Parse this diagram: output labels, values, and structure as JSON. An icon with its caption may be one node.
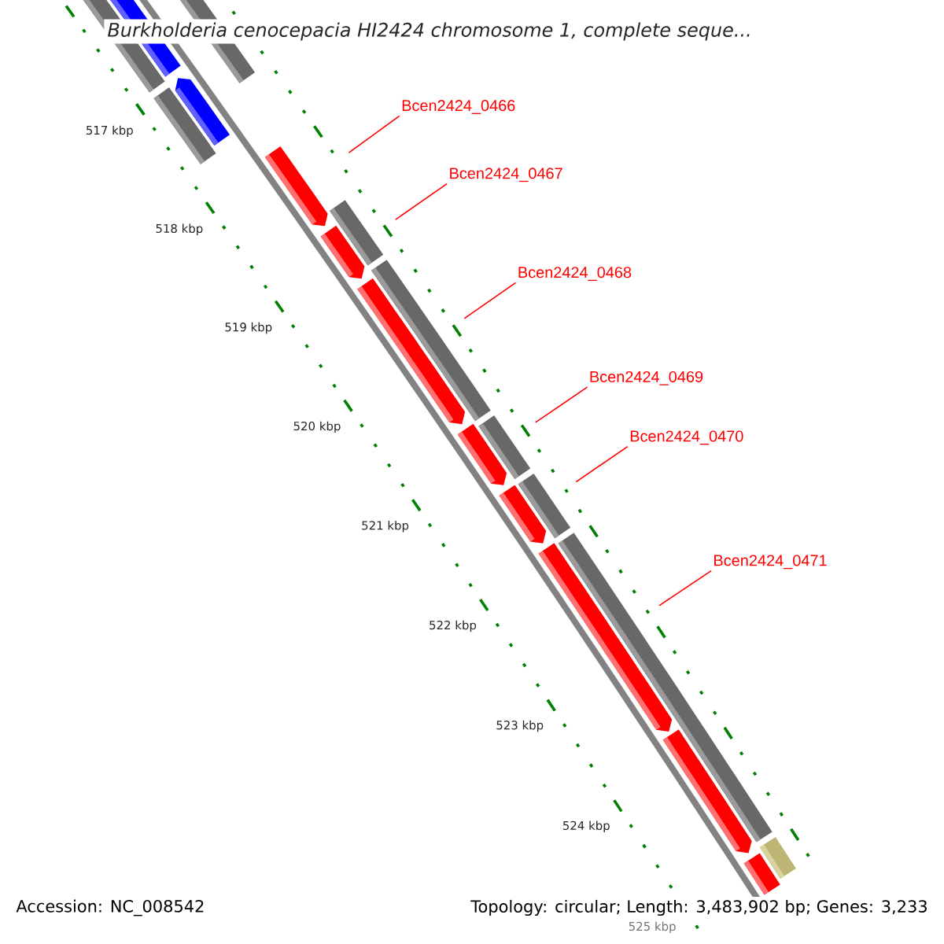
{
  "diagram": {
    "title": "Burkholderia cenocepacia HI2424 chromosome 1, complete seque...",
    "nodes": [
      {
        "text": [
          "Bcen2424_0466"
        ]
      },
      {
        "text": [
          "Bcen2424_0467"
        ]
      },
      {
        "text": [
          "Bcen2424_0468"
        ]
      },
      {
        "text": [
          "Bcen2424_0469"
        ]
      },
      {
        "text": [
          "Bcen2424_0470"
        ]
      },
      {
        "text": [
          "Bcen2424_0471"
        ]
      },
      {
        "text": [],
        "shape": "arrow"
      },
      {
        "text": [],
        "shape": "arrow"
      },
      {
        "text": [],
        "shape": "arrow"
      },
      {
        "text": [],
        "shape": "arrow"
      },
      {
        "text": [],
        "shape": "arrow"
      },
      {
        "text": [],
        "shape": "arrow"
      },
      {
        "text": [],
        "shape": "arrow"
      },
      {
        "text": [],
        "shape": "arrow"
      }
    ],
    "edges": [
      {
        "from": 0,
        "to": 6,
        "arrow": "none"
      },
      {
        "from": 1,
        "to": 7,
        "arrow": "none"
      },
      {
        "from": 2,
        "to": 8,
        "arrow": "none"
      },
      {
        "from": 3,
        "to": 9,
        "arrow": "none"
      },
      {
        "from": 4,
        "to": 10,
        "arrow": "none"
      },
      {
        "from": 5,
        "to": 11,
        "arrow": "none"
      }
    ],
    "labels": [
      "517 kbp",
      "518 kbp",
      "519 kbp",
      "520 kbp",
      "521 kbp",
      "522 kbp",
      "523 kbp",
      "524 kbp",
      "525 kbp",
      "Accession: NC_008542",
      "Topology: circular; Length: 3,483,902 bp; Genes: 3,233"
    ]
  }
}
